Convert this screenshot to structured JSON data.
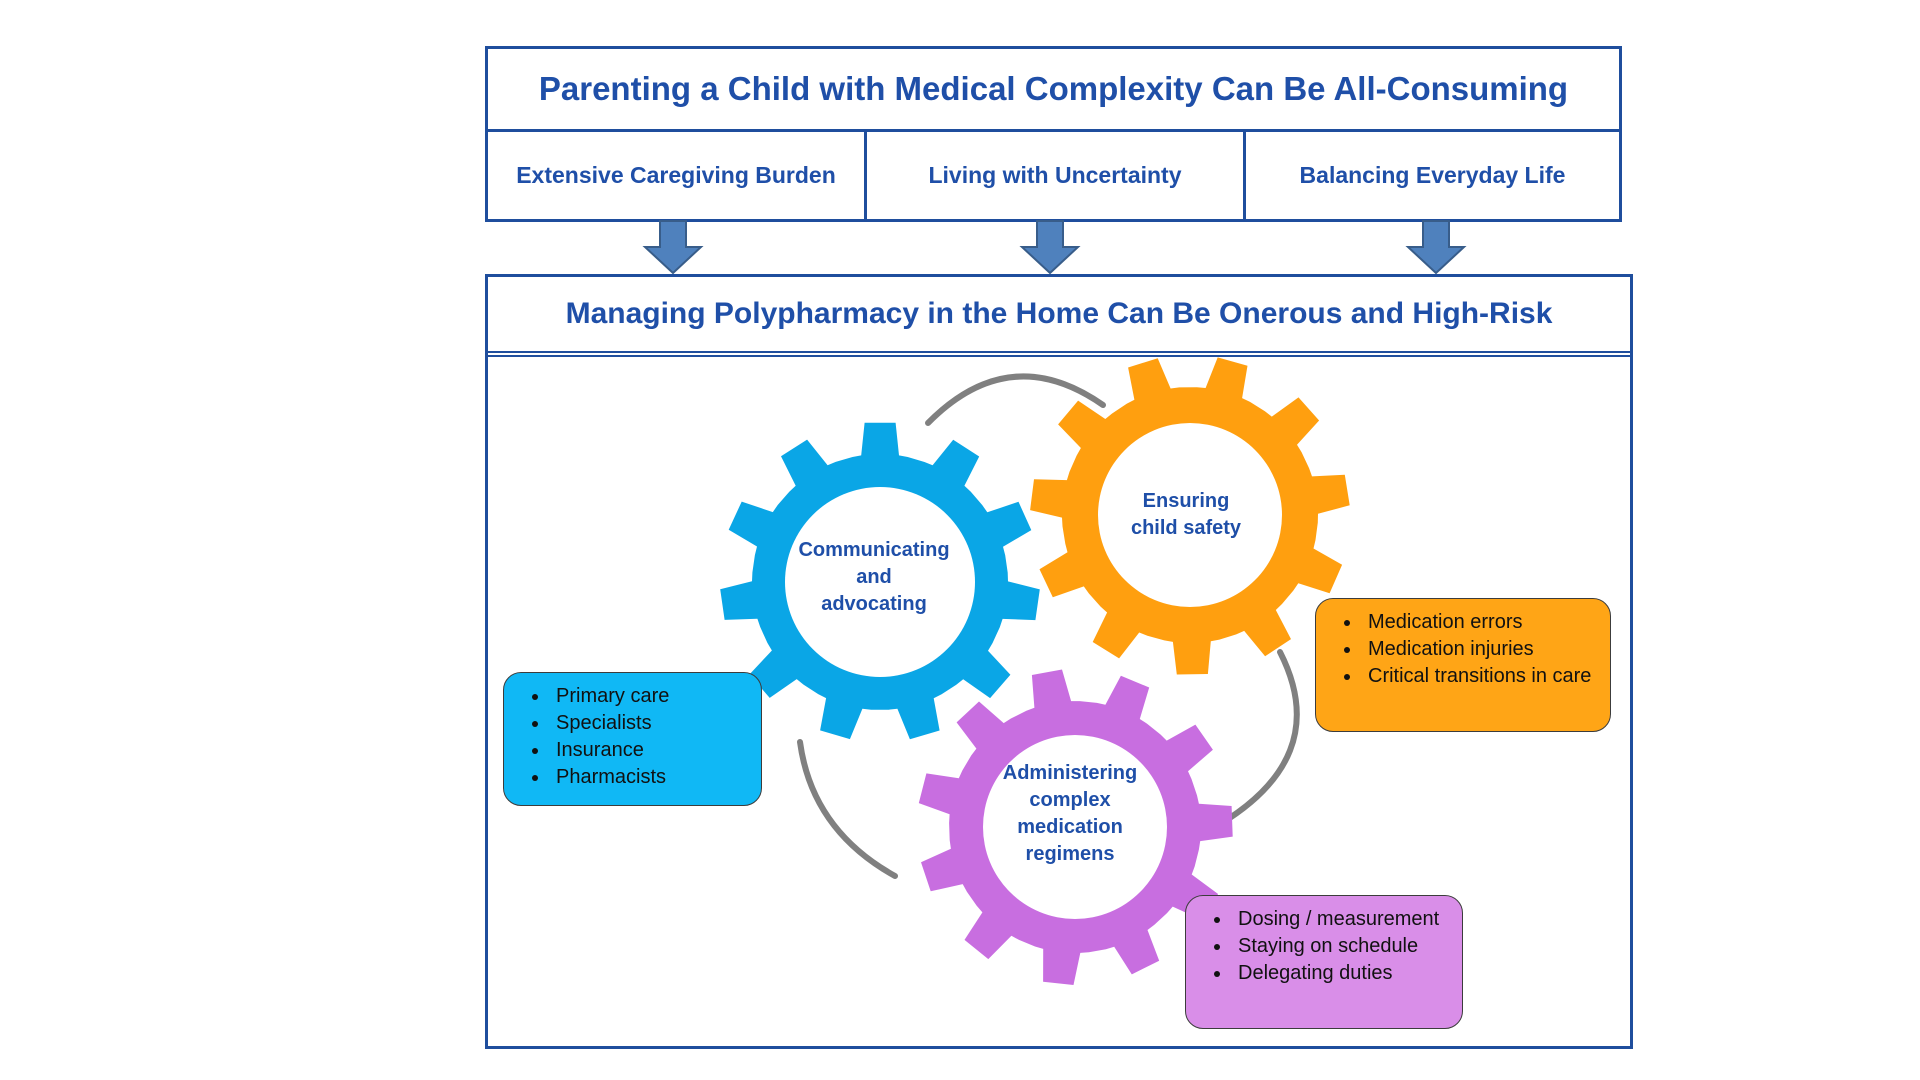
{
  "header": {
    "title": "Parenting a Child with Medical Complexity Can Be All-Consuming",
    "themes": [
      "Extensive Caregiving Burden",
      "Living with Uncertainty",
      "Balancing Everyday Life"
    ]
  },
  "main": {
    "title": "Managing Polypharmacy in the Home Can Be Onerous and High-Risk",
    "gears": [
      {
        "label_lines": [
          "Communicating",
          "and",
          "advocating"
        ],
        "color": "#0aa6e6"
      },
      {
        "label_lines": [
          "Ensuring",
          "child safety"
        ],
        "color": "#ff9f0f"
      },
      {
        "label_lines": [
          "Administering",
          "complex",
          "medication",
          "regimens"
        ],
        "color": "#c86ee0"
      }
    ],
    "notes": [
      {
        "items": [
          "Primary care",
          "Specialists",
          "Insurance",
          "Pharmacists"
        ],
        "color": "#10b8f5"
      },
      {
        "items": [
          "Medication errors",
          "Medication injuries",
          "Critical transitions in care"
        ],
        "color": "#ffa516"
      },
      {
        "items": [
          "Dosing / measurement",
          "Staying on schedule",
          "Delegating duties"
        ],
        "color": "#d98ee8"
      }
    ]
  },
  "colors": {
    "border": "#1f4e9d",
    "title_text": "#1f4fa8",
    "arrow_fill": "#4f81bd",
    "arrow_stroke": "#385d8a",
    "connector": "#808080"
  }
}
